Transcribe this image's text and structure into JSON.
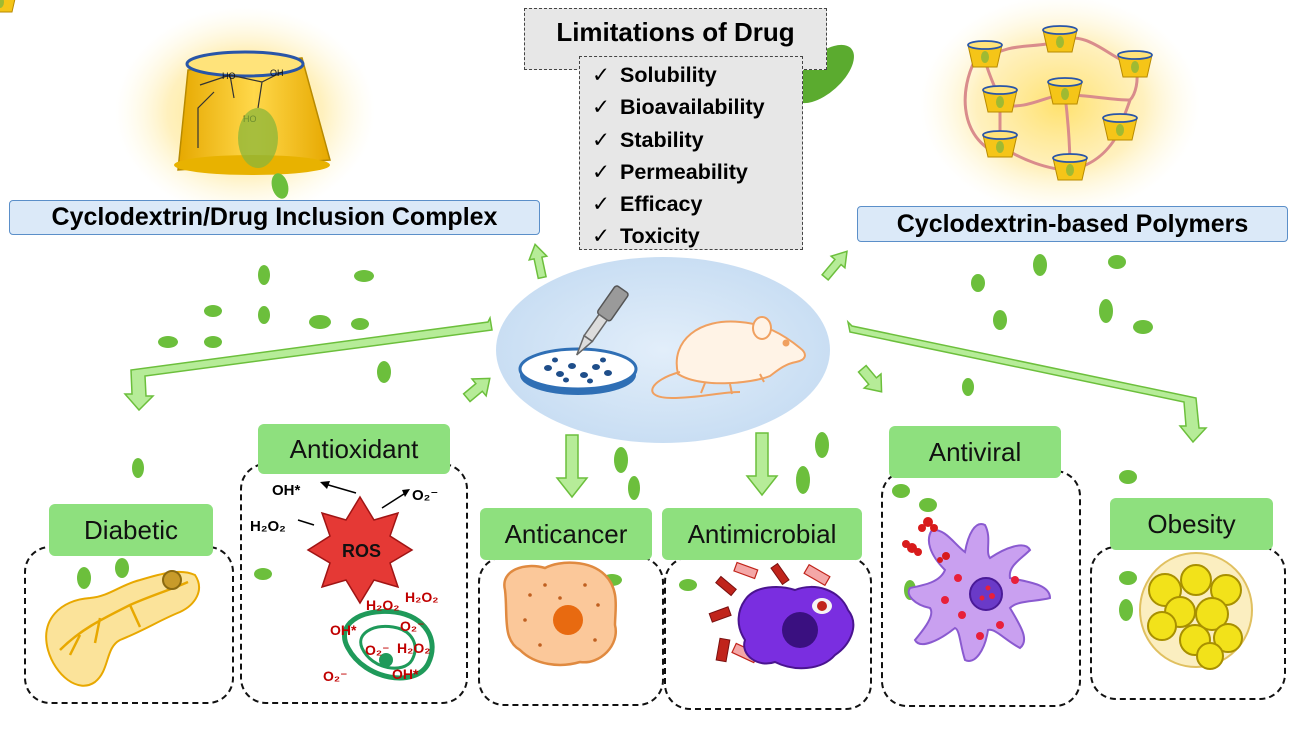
{
  "limitations": {
    "title": "Limitations of Drug",
    "check_icon": "checkmark-icon",
    "items": [
      {
        "label": "Solubility"
      },
      {
        "label": "Bioavailability"
      },
      {
        "label": "Stability"
      },
      {
        "label": "Permeability"
      },
      {
        "label": "Efficacy"
      },
      {
        "label": "Toxicity"
      }
    ]
  },
  "complex_label": "Cyclodextrin/Drug Inclusion Complex",
  "polymer_label": "Cyclodextrin-based Polymers",
  "center_icons": [
    "petri-dish-pipette-icon",
    "mouse-icon"
  ],
  "structure_labels": {
    "ho1": "HO",
    "oh": "OH",
    "ho2": "HO"
  },
  "applications": [
    {
      "label": "Diabetic",
      "icon": "pancreas-icon"
    },
    {
      "label": "Antioxidant",
      "icon": "ros-cell-icon"
    },
    {
      "label": "Anticancer",
      "icon": "cancer-cell-icon"
    },
    {
      "label": "Antimicrobial",
      "icon": "macrophage-bacteria-icon"
    },
    {
      "label": "Antiviral",
      "icon": "virus-infected-cell-icon"
    },
    {
      "label": "Obesity",
      "icon": "adipocyte-icon"
    }
  ],
  "antioxidant_chem": {
    "ros": "ROS",
    "oh_top": "OH*",
    "o2_top": "O₂⁻",
    "h2o2_left": "H₂O₂",
    "h2o2_a": "H₂O₂",
    "h2o2_b": "H₂O₂",
    "oh_mid": "OH*",
    "o2_mid": "O₂⁻",
    "o2_in": "O₂⁻",
    "h2o2_in": "H₂O₂",
    "o2_bottom": "O₂⁻",
    "oh_bottom": "OH*"
  },
  "colors": {
    "arrow_green": "#8ee07e",
    "drug_green": "#6cbf3c",
    "cyclodextrin_yellow": "#f5c518",
    "label_blue": "#dbe9f8",
    "center_ellipse": "#d4e6f7",
    "ros_red": "#e53935"
  }
}
